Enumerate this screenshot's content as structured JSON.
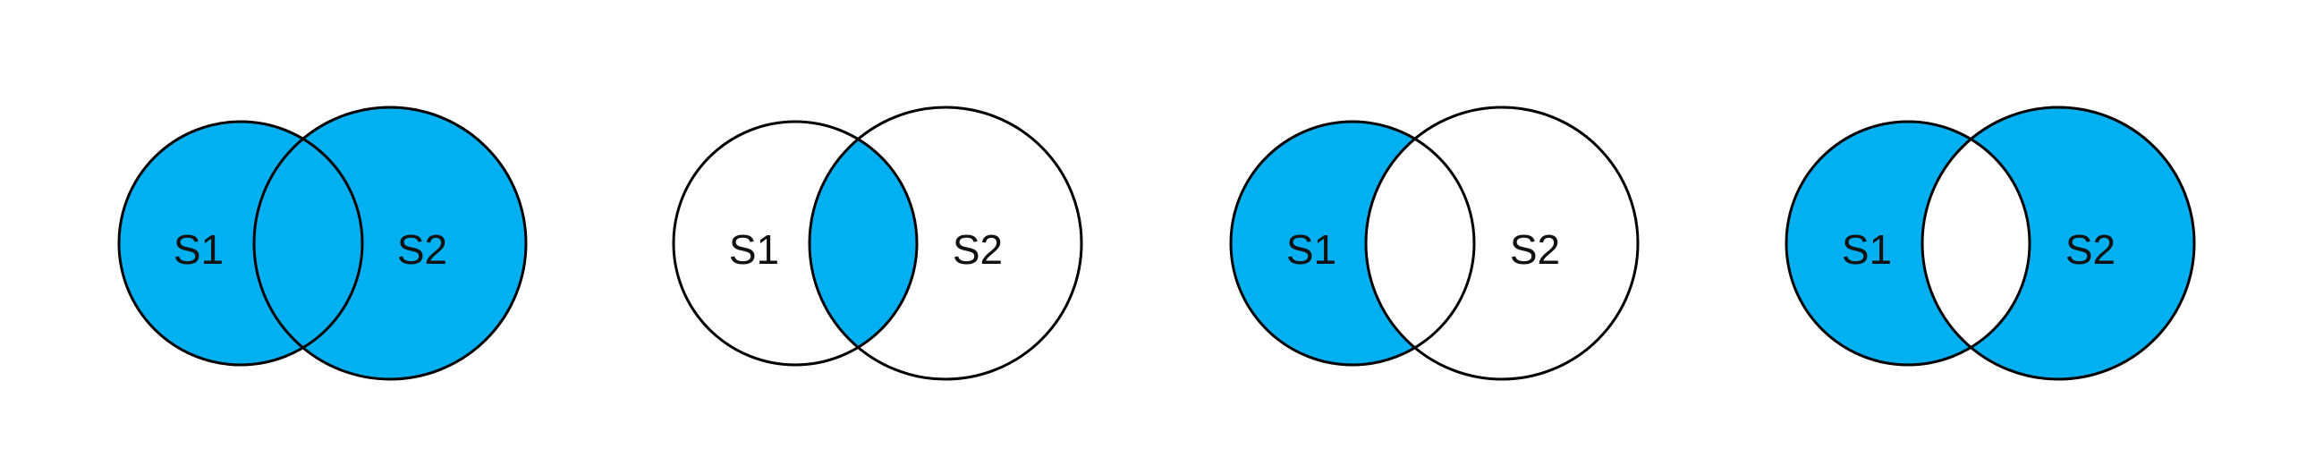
{
  "colors": {
    "fill": "#00B0F0",
    "stroke": "#000000",
    "background": "#FFFFFF"
  },
  "diagrams": [
    {
      "operation": "union",
      "set_labels": [
        "S1",
        "S2"
      ]
    },
    {
      "operation": "intersection",
      "set_labels": [
        "S1",
        "S2"
      ]
    },
    {
      "operation": "difference",
      "set_labels": [
        "S1",
        "S2"
      ]
    },
    {
      "operation": "symmetric-difference",
      "set_labels": [
        "S1",
        "S2"
      ]
    }
  ]
}
